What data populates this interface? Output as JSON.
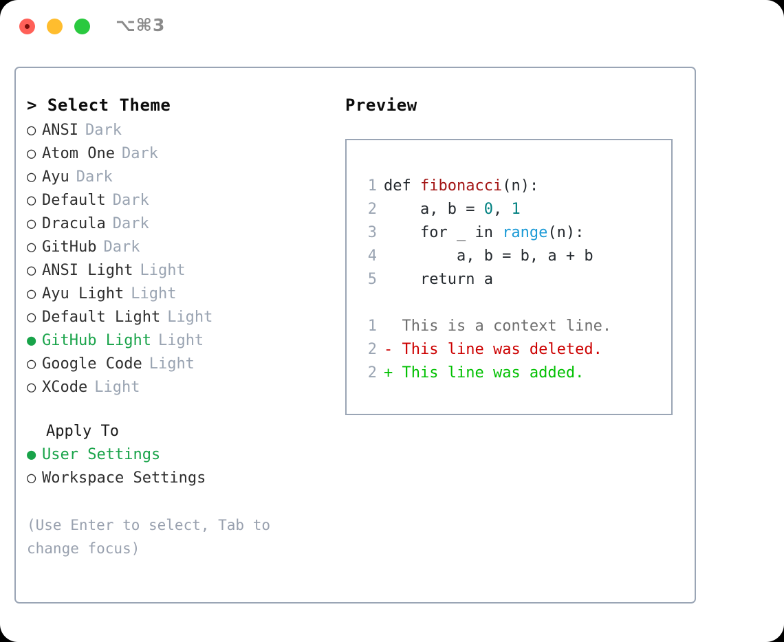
{
  "titlebar": {
    "shortcut": "⌥⌘3",
    "buttons": [
      {
        "name": "close",
        "color": "#ff6058"
      },
      {
        "name": "minimize",
        "color": "#ffbd2e"
      },
      {
        "name": "maximize",
        "color": "#2ac93f"
      }
    ]
  },
  "colors": {
    "selected_green": "#18a349",
    "muted": "#9aa4b2",
    "hint": "#98a0ae",
    "border": "#9aa5b5",
    "diff_add": "#00c000",
    "diff_del": "#cc0000",
    "diff_ctx": "#6e6e6e",
    "tok_fn": "#a31515",
    "tok_num": "#008080",
    "tok_call": "#1b9ad6"
  },
  "theme_list": {
    "header": "> Select Theme",
    "items": [
      {
        "bullet": "○",
        "label": "ANSI",
        "kind": "Dark",
        "selected": false
      },
      {
        "bullet": "○",
        "label": "Atom One",
        "kind": "Dark",
        "selected": false
      },
      {
        "bullet": "○",
        "label": "Ayu",
        "kind": "Dark",
        "selected": false
      },
      {
        "bullet": "○",
        "label": "Default",
        "kind": "Dark",
        "selected": false
      },
      {
        "bullet": "○",
        "label": "Dracula",
        "kind": "Dark",
        "selected": false
      },
      {
        "bullet": "○",
        "label": "GitHub",
        "kind": "Dark",
        "selected": false
      },
      {
        "bullet": "○",
        "label": "ANSI Light",
        "kind": "Light",
        "selected": false
      },
      {
        "bullet": "○",
        "label": "Ayu Light",
        "kind": "Light",
        "selected": false
      },
      {
        "bullet": "○",
        "label": "Default Light",
        "kind": "Light",
        "selected": false
      },
      {
        "bullet": "●",
        "label": "GitHub Light",
        "kind": "Light",
        "selected": true
      },
      {
        "bullet": "○",
        "label": "Google Code",
        "kind": "Light",
        "selected": false
      },
      {
        "bullet": "○",
        "label": "XCode",
        "kind": "Light",
        "selected": false
      }
    ]
  },
  "apply_to": {
    "title": "Apply To",
    "options": [
      {
        "bullet": "●",
        "label": "User Settings",
        "selected": true
      },
      {
        "bullet": "○",
        "label": "Workspace Settings",
        "selected": false
      }
    ]
  },
  "hint": "(Use Enter to select, Tab to change focus)",
  "preview": {
    "header": "Preview",
    "code_lines": [
      {
        "no": "1",
        "tokens": [
          {
            "t": "def ",
            "c": "plain"
          },
          {
            "t": "fibonacci",
            "c": "fn"
          },
          {
            "t": "(n):",
            "c": "plain"
          }
        ]
      },
      {
        "no": "2",
        "tokens": [
          {
            "t": "    a, b = ",
            "c": "plain"
          },
          {
            "t": "0",
            "c": "num"
          },
          {
            "t": ", ",
            "c": "plain"
          },
          {
            "t": "1",
            "c": "num"
          }
        ]
      },
      {
        "no": "3",
        "tokens": [
          {
            "t": "    for _ in ",
            "c": "plain"
          },
          {
            "t": "range",
            "c": "call"
          },
          {
            "t": "(n):",
            "c": "plain"
          }
        ]
      },
      {
        "no": "4",
        "tokens": [
          {
            "t": "        a, b = b, a + b",
            "c": "plain"
          }
        ]
      },
      {
        "no": "5",
        "tokens": [
          {
            "t": "    return a",
            "c": "plain"
          }
        ]
      }
    ],
    "diff_lines": [
      {
        "no": "1",
        "marker": "  ",
        "text": "This is a context line.",
        "kind": "ctx"
      },
      {
        "no": "2",
        "marker": "- ",
        "text": "This line was deleted.",
        "kind": "del"
      },
      {
        "no": "2",
        "marker": "+ ",
        "text": "This line was added.",
        "kind": "add"
      }
    ]
  }
}
